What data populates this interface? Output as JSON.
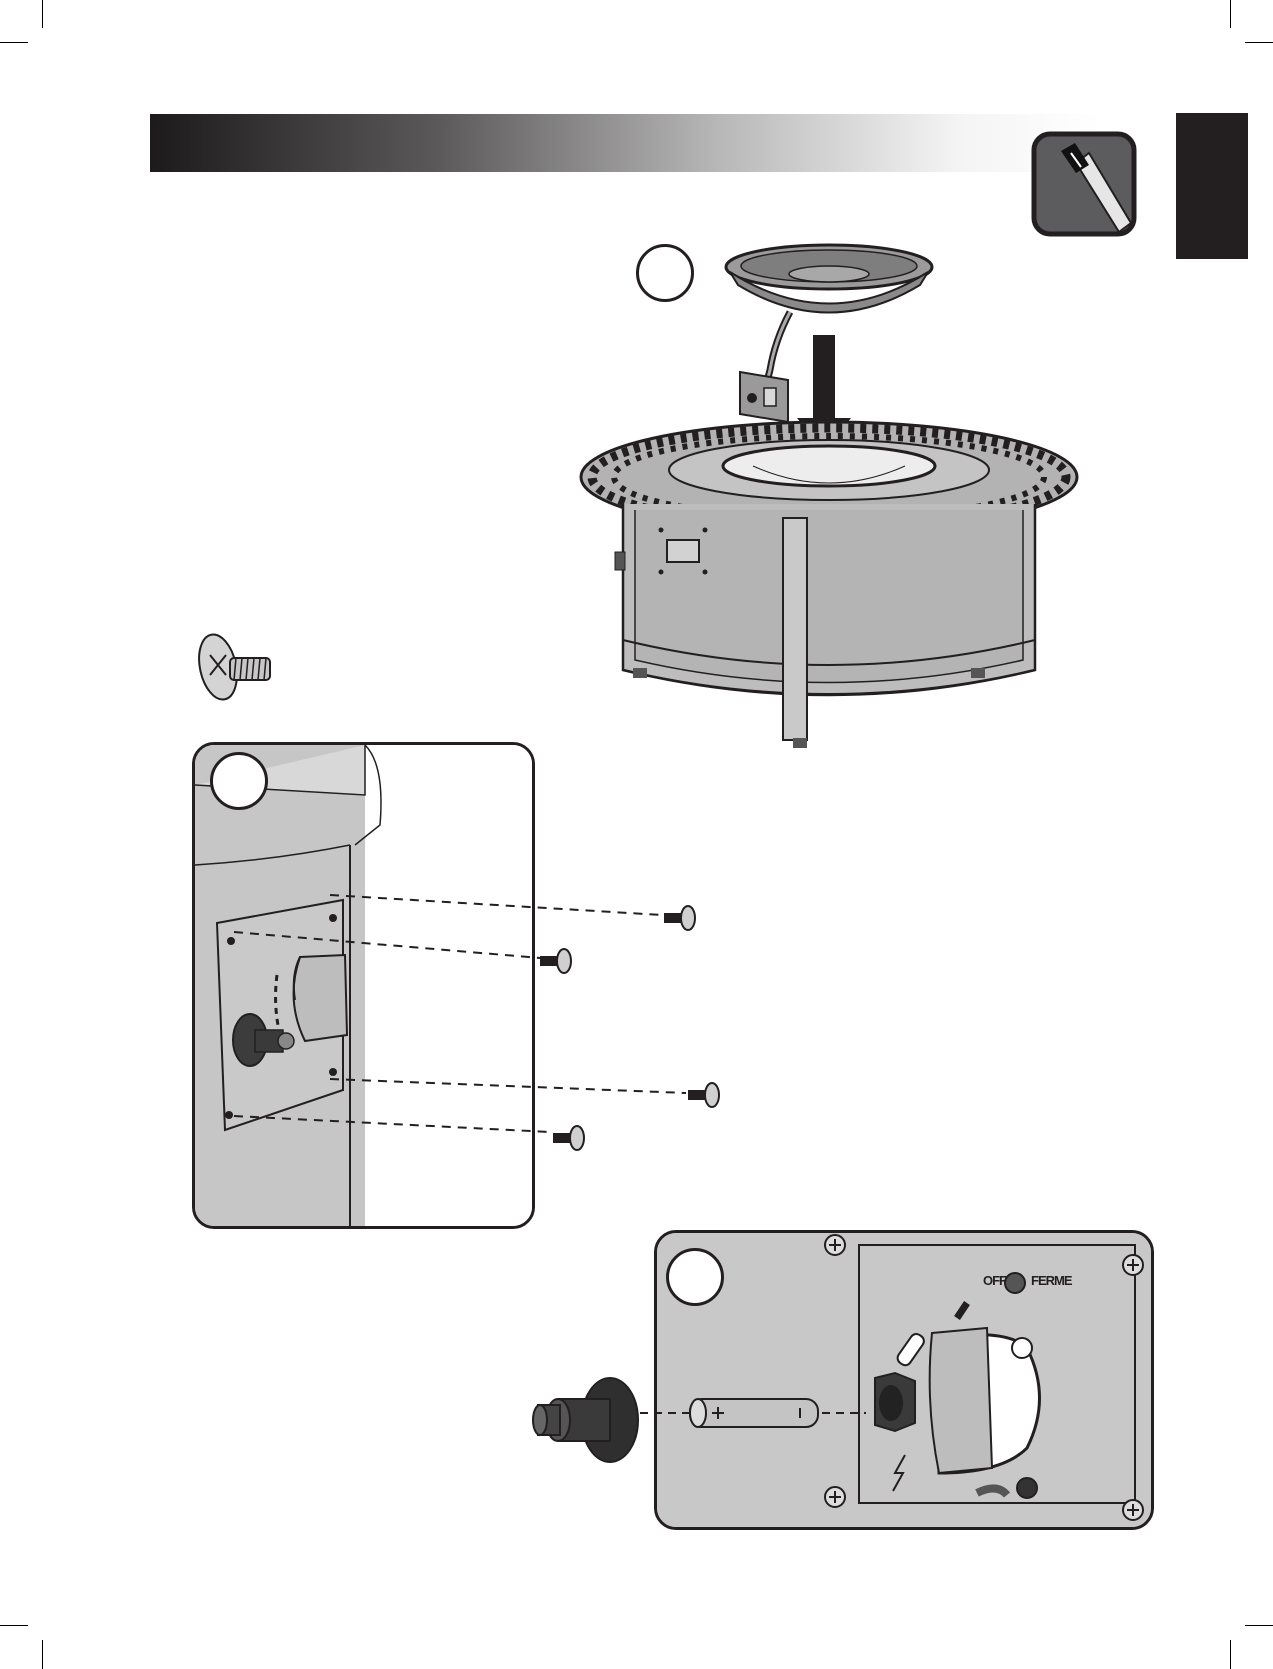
{
  "steps": [
    {
      "id": "step-a",
      "number": ""
    },
    {
      "id": "step-b",
      "number": ""
    },
    {
      "id": "step-c",
      "number": ""
    }
  ],
  "control_panel": {
    "off_label": "OFF",
    "ferme_label": "FERME"
  },
  "icons": {
    "tool": "screwdriver-icon",
    "screw": "screw-icon",
    "battery": "battery-icon",
    "spark": "spark-icon",
    "flame": "flame-icon"
  },
  "colors": {
    "dark": "#231f20",
    "panel_gray": "#c8c8c8",
    "table_gray": "#bdbdbd"
  }
}
